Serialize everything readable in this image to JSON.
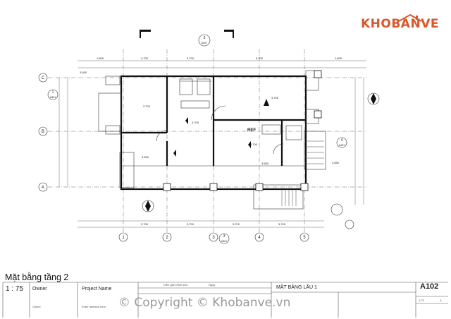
{
  "brand": {
    "name": "KHOBANVE",
    "color": "#d9572a"
  },
  "plan": {
    "grid_x": [
      "1",
      "2",
      "3",
      "4",
      "5"
    ],
    "grid_y": [
      "C",
      "B",
      "A"
    ],
    "top_dims": [
      "1,505",
      "3,700",
      "3,700",
      "5,700",
      "1,505"
    ],
    "bottom_dims": [
      "3,700",
      "3,700",
      "3,700",
      "3,700"
    ],
    "level_marks": [
      "3.650",
      "3.700",
      "3.700",
      "3.700",
      "3.700",
      "3.650",
      "3.650",
      "3.650"
    ],
    "section_tags": [
      {
        "num": "3",
        "ref": "A407"
      },
      {
        "num": "1",
        "ref": "A301"
      },
      {
        "num": "4",
        "ref": "A407"
      },
      {
        "num": "3",
        "ref": "A301"
      }
    ],
    "labels": [
      "REF"
    ]
  },
  "title_block": {
    "drawing_title": "Mặt bằng tầng 2",
    "scale": "1 : 75",
    "owner_label": "Owner",
    "owner_name": "Owner",
    "project_name": "Project Name",
    "project_address": "Enter address here",
    "revision_note": "Diễn giải chỉnh sửa",
    "revision_date": "Ngày",
    "sheet_title": "MẶT BẰNG LẦU 1",
    "sheet_number": "A102",
    "sheet_scale": "1:75",
    "revision": "A"
  },
  "footer": {
    "copyright": "© Copyright © Khobanve.vn"
  }
}
